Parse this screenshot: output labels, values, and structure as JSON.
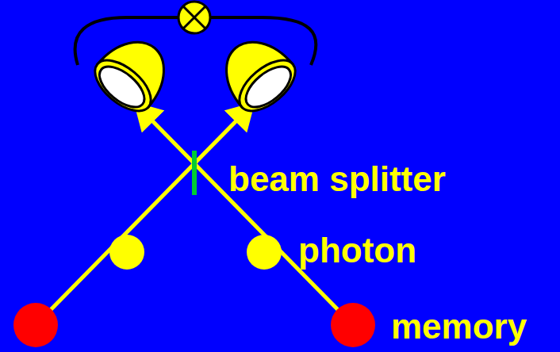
{
  "diagram": {
    "labels": [
      "beam splitter",
      "photon",
      "memory"
    ]
  }
}
